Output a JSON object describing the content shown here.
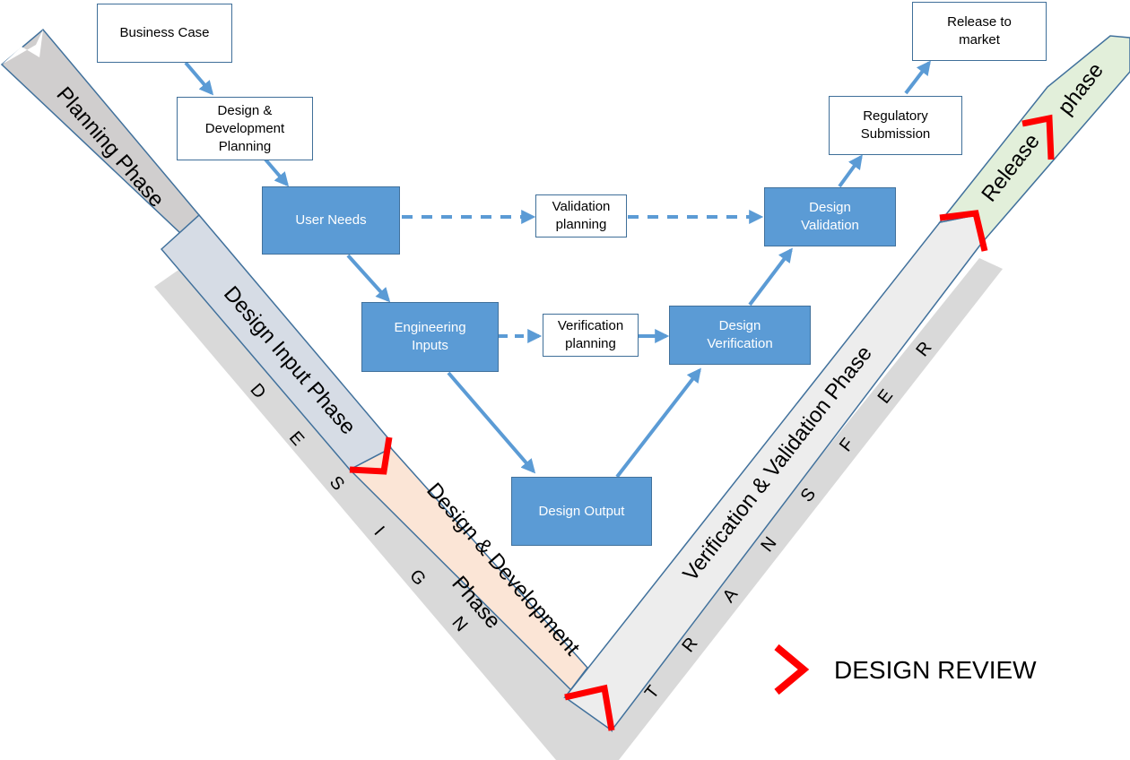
{
  "process_boxes": {
    "business_case": "Business Case",
    "design_dev_planning": "Design &\nDevelopment\nPlanning",
    "user_needs": "User Needs",
    "validation_planning": "Validation\nplanning",
    "design_validation": "Design\nValidation",
    "regulatory_submission": "Regulatory\nSubmission",
    "release_to_market": "Release to\nmarket",
    "engineering_inputs": "Engineering\nInputs",
    "verification_planning": "Verification\nplanning",
    "design_verification": "Design\nVerification",
    "design_output": "Design Output"
  },
  "phases": {
    "planning": "Planning Phase",
    "design_input": "Design Input Phase",
    "design_development_1": "Design & Development",
    "design_development_2": "Phase",
    "verification_validation": "Verification & Validation Phase",
    "release_1": "Release",
    "release_2": "phase"
  },
  "side_labels": {
    "design_letters": [
      "D",
      "E",
      "S",
      "I",
      "G",
      "N"
    ],
    "transfer_letters": [
      "T",
      "R",
      "A",
      "N",
      "S",
      "F",
      "E",
      "R"
    ]
  },
  "legend": {
    "label": "DESIGN REVIEW"
  },
  "colors": {
    "box_blue": "#5b9bd5",
    "box_border": "#41719c",
    "arrow": "#5b9bd5",
    "review_mark": "#ff0000",
    "planning_band": "#d0cece",
    "design_input_band": "#d6dce5",
    "design_dev_band": "#fbe5d6",
    "vv_band": "#ededed",
    "release_band": "#e2efda",
    "shadow": "#d9d9d9"
  }
}
